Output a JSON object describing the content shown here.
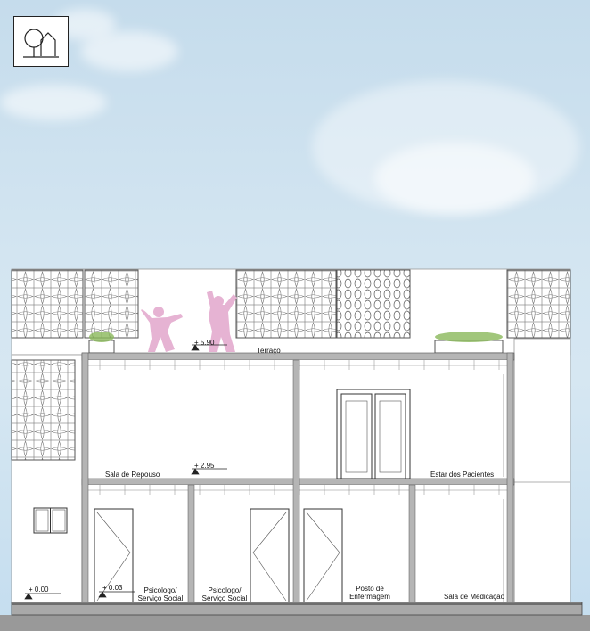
{
  "colors": {
    "sky_top": "#c5dcec",
    "wall": "#ffffff",
    "structure": "#b5b5b5",
    "ground": "#999999",
    "planter_green": "#8ab85a",
    "figure_pink": "#e6b3d3"
  },
  "logo": {
    "icon": "tree-house-icon"
  },
  "levels": {
    "roof": "+ 5.90",
    "first": "+ 2.95",
    "ground_outside": "+ 0.00",
    "ground_inside": "+ 0.03"
  },
  "rooms": {
    "terrace": "Terraço",
    "rest_room": "Sala de Repouso",
    "patient_lounge": "Estar dos Pacientes",
    "psych_1_line1": "Psicologo/",
    "psych_1_line2": "Serviço Social",
    "psych_2_line1": "Psicologo/",
    "psych_2_line2": "Serviço Social",
    "nursing_line1": "Posto de",
    "nursing_line2": "Enfermagem",
    "medication": "Sala de Medicação"
  }
}
